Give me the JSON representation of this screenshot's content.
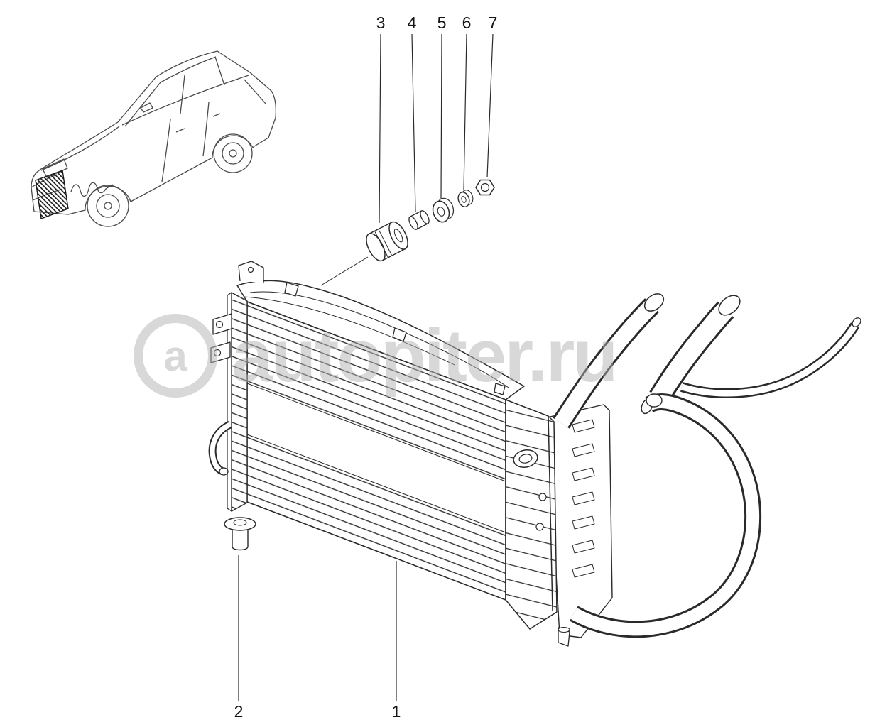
{
  "colors": {
    "background": "#ffffff",
    "line": "#2a2a2a",
    "watermark": "#b3b3b3"
  },
  "watermark": {
    "logo_letter": "a",
    "text": "autopiter.ru"
  },
  "callouts": [
    {
      "number": "1"
    },
    {
      "number": "2"
    },
    {
      "number": "3"
    },
    {
      "number": "4"
    },
    {
      "number": "5"
    },
    {
      "number": "6"
    },
    {
      "number": "7"
    }
  ]
}
